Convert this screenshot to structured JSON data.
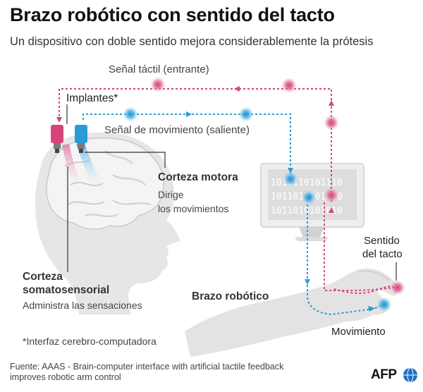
{
  "title": "Brazo robótico con sentido del tacto",
  "subtitle": "Un dispositivo con doble sentido mejora considerablemente la prótesis",
  "labels": {
    "signal_in": "Señal táctil (entrante)",
    "implants": "Implantes*",
    "signal_out": "Señal de movimiento (saliente)",
    "motor_cortex": "Corteza motora",
    "motor_desc_1": "Dirige",
    "motor_desc_2": "los movimientos",
    "somato_1": "Corteza",
    "somato_2": "somatosensorial",
    "somato_desc": "Administra las sensaciones",
    "robot_arm": "Brazo robótico",
    "touch_1": "Sentido",
    "touch_2": "del tacto",
    "movement": "Movimiento",
    "footnote": "*Interfaz cerebro-computadora"
  },
  "binary": [
    "1010110101110",
    "1011011101010",
    "1011010101010"
  ],
  "source_line1": "Fuente: AAAS - Brain-computer interface with artificial tactile feedback",
  "source_line2": "improves robotic arm control",
  "logo": "AFP",
  "colors": {
    "tactile": "#d6457a",
    "movement": "#2a9bd4",
    "gray": "#dcdcdc",
    "text": "#333333"
  }
}
